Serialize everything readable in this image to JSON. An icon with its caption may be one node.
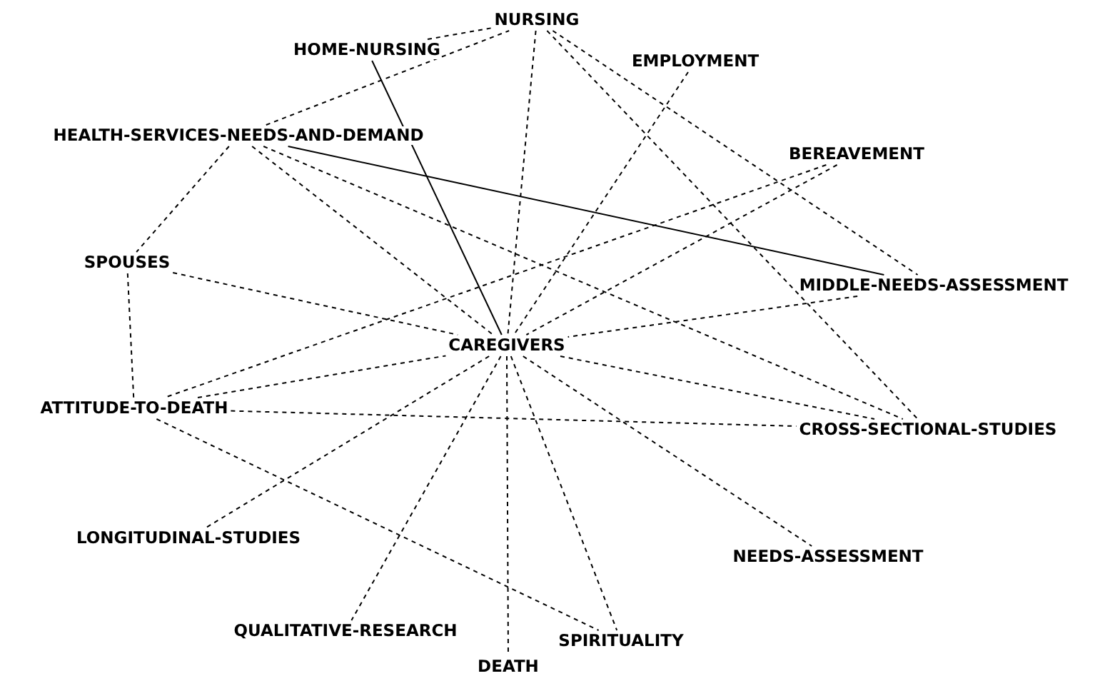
{
  "diagram": {
    "nodes": [
      {
        "text": [
          "NURSING"
        ]
      },
      {
        "text": [
          "HOME-NURSING"
        ]
      },
      {
        "text": [
          "EMPLOYMENT"
        ]
      },
      {
        "text": [
          "HEALTH-SERVICES-NEEDS-AND-DEMAND"
        ]
      },
      {
        "text": [
          "BEREAVEMENT"
        ]
      },
      {
        "text": [
          "SPOUSES"
        ]
      },
      {
        "text": [
          "MIDDLE-NEEDS-ASSESSMENT"
        ]
      },
      {
        "text": [
          "CAREGIVERS"
        ]
      },
      {
        "text": [
          "ATTITUDE-TO-DEATH"
        ]
      },
      {
        "text": [
          "CROSS-SECTIONAL-STUDIES"
        ]
      },
      {
        "text": [
          "LONGITUDINAL-STUDIES"
        ]
      },
      {
        "text": [
          "NEEDS-ASSESSMENT"
        ]
      },
      {
        "text": [
          "QUALITATIVE-RESEARCH"
        ]
      },
      {
        "text": [
          "SPIRITUALITY"
        ]
      },
      {
        "text": [
          "DEATH"
        ]
      }
    ],
    "edges": [
      {
        "from": 1,
        "to": 0,
        "arrow": "none",
        "style": "dashed"
      },
      {
        "from": 3,
        "to": 0,
        "arrow": "none",
        "style": "dashed"
      },
      {
        "from": 0,
        "to": 7,
        "arrow": "none",
        "style": "dashed"
      },
      {
        "from": 0,
        "to": 6,
        "arrow": "none",
        "style": "dashed"
      },
      {
        "from": 0,
        "to": 9,
        "arrow": "none",
        "style": "dashed"
      },
      {
        "from": 1,
        "to": 7,
        "arrow": "none"
      },
      {
        "from": 2,
        "to": 7,
        "arrow": "none",
        "style": "dashed"
      },
      {
        "from": 3,
        "to": 5,
        "arrow": "none",
        "style": "dashed"
      },
      {
        "from": 5,
        "to": 8,
        "arrow": "none",
        "style": "dashed"
      },
      {
        "from": 3,
        "to": 6,
        "arrow": "none"
      },
      {
        "from": 3,
        "to": 7,
        "arrow": "none",
        "style": "dashed"
      },
      {
        "from": 3,
        "to": 9,
        "arrow": "none",
        "style": "dashed"
      },
      {
        "from": 4,
        "to": 8,
        "arrow": "none",
        "style": "dashed"
      },
      {
        "from": 4,
        "to": 7,
        "arrow": "none",
        "style": "dashed"
      },
      {
        "from": 5,
        "to": 7,
        "arrow": "none",
        "style": "dashed"
      },
      {
        "from": 6,
        "to": 7,
        "arrow": "none",
        "style": "dashed"
      },
      {
        "from": 8,
        "to": 7,
        "arrow": "none",
        "style": "dashed"
      },
      {
        "from": 8,
        "to": 9,
        "arrow": "none",
        "style": "dashed"
      },
      {
        "from": 8,
        "to": 13,
        "arrow": "none",
        "style": "dashed"
      },
      {
        "from": 7,
        "to": 9,
        "arrow": "none",
        "style": "dashed"
      },
      {
        "from": 7,
        "to": 11,
        "arrow": "none",
        "style": "dashed"
      },
      {
        "from": 7,
        "to": 13,
        "arrow": "none",
        "style": "dashed"
      },
      {
        "from": 7,
        "to": 14,
        "arrow": "none",
        "style": "dashed"
      },
      {
        "from": 7,
        "to": 12,
        "arrow": "none",
        "style": "dashed"
      },
      {
        "from": 7,
        "to": 10,
        "arrow": "none",
        "style": "dashed"
      }
    ]
  }
}
